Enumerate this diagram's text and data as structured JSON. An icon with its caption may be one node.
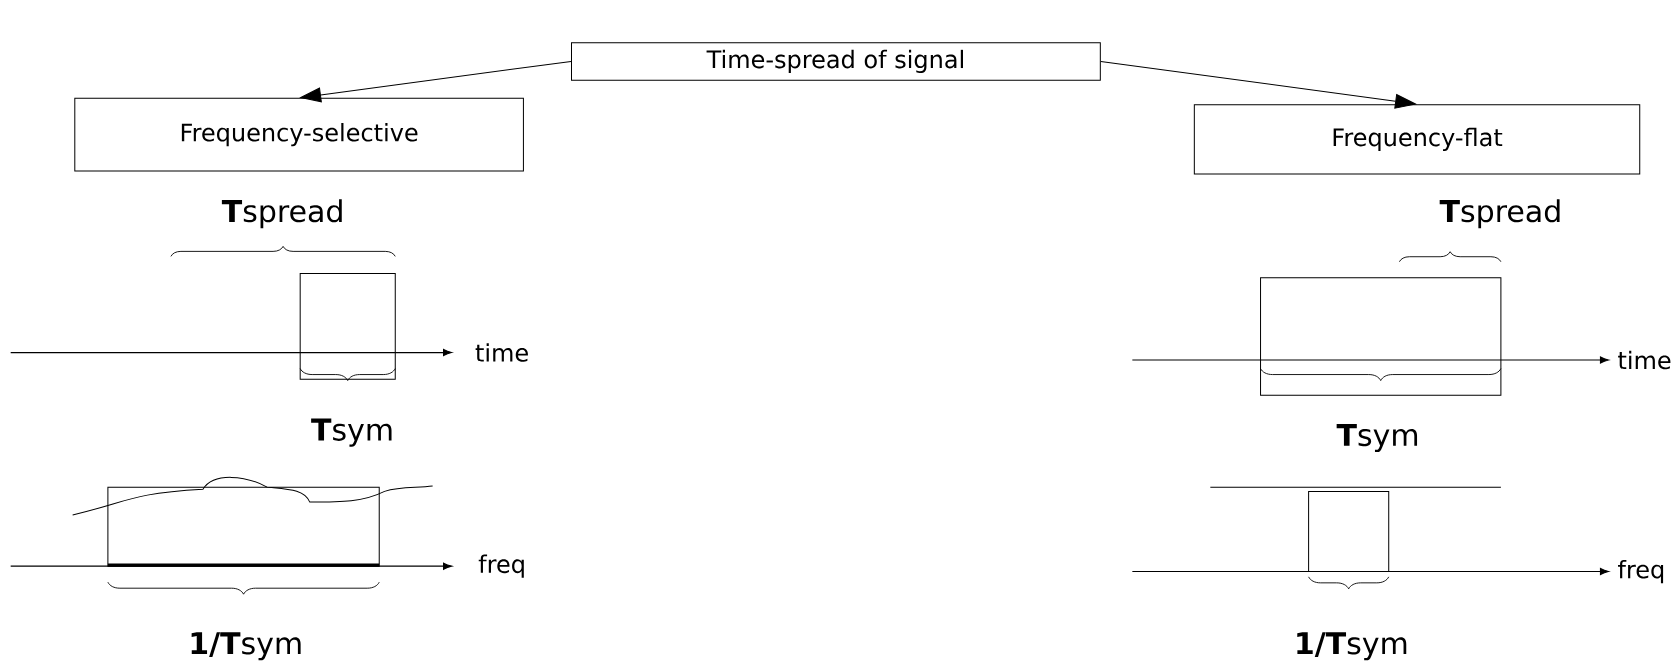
{
  "diagram": {
    "nodes": [
      {
        "text": [
          "Time-spread of signal"
        ]
      },
      {
        "text": [
          "Frequency-selective"
        ]
      },
      {
        "text": [
          "Frequency-flat"
        ]
      }
    ],
    "edges": [
      {
        "from": 0,
        "to": 1,
        "arrow": "to"
      },
      {
        "from": 0,
        "to": 2,
        "arrow": "to"
      }
    ],
    "labels": [
      "**T**spread",
      "**T**spread",
      "time",
      "time",
      "**T**sym",
      "**T**sym",
      "freq",
      "freq",
      "**1/T**sym",
      "**1/T**sym"
    ]
  }
}
